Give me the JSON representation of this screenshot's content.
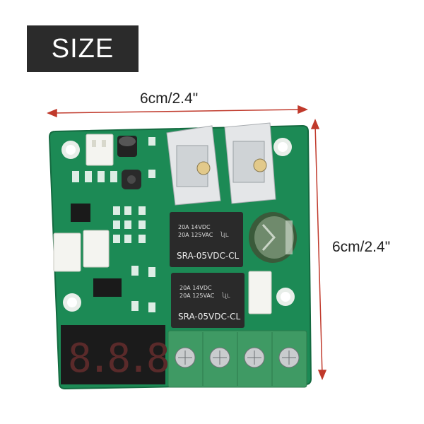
{
  "badge": {
    "label": "SIZE"
  },
  "dimensions": {
    "width_label": "6cm/2.4\"",
    "height_label": "6cm/2.4\""
  },
  "relays": [
    {
      "rating_line1": "20A 14VDC",
      "rating_line2": "20A 125VAC",
      "model": "SRA-05VDC-CL"
    },
    {
      "rating_line1": "20A 14VDC",
      "rating_line2": "20A 125VAC",
      "model": "SRA-05VDC-CL"
    }
  ],
  "display": {
    "digits": "8.8.8."
  },
  "colors": {
    "pcb": "#1c8a55",
    "arrow": "#c0392b",
    "terminal": "#3f9a64",
    "badge": "#2b2b2b"
  }
}
